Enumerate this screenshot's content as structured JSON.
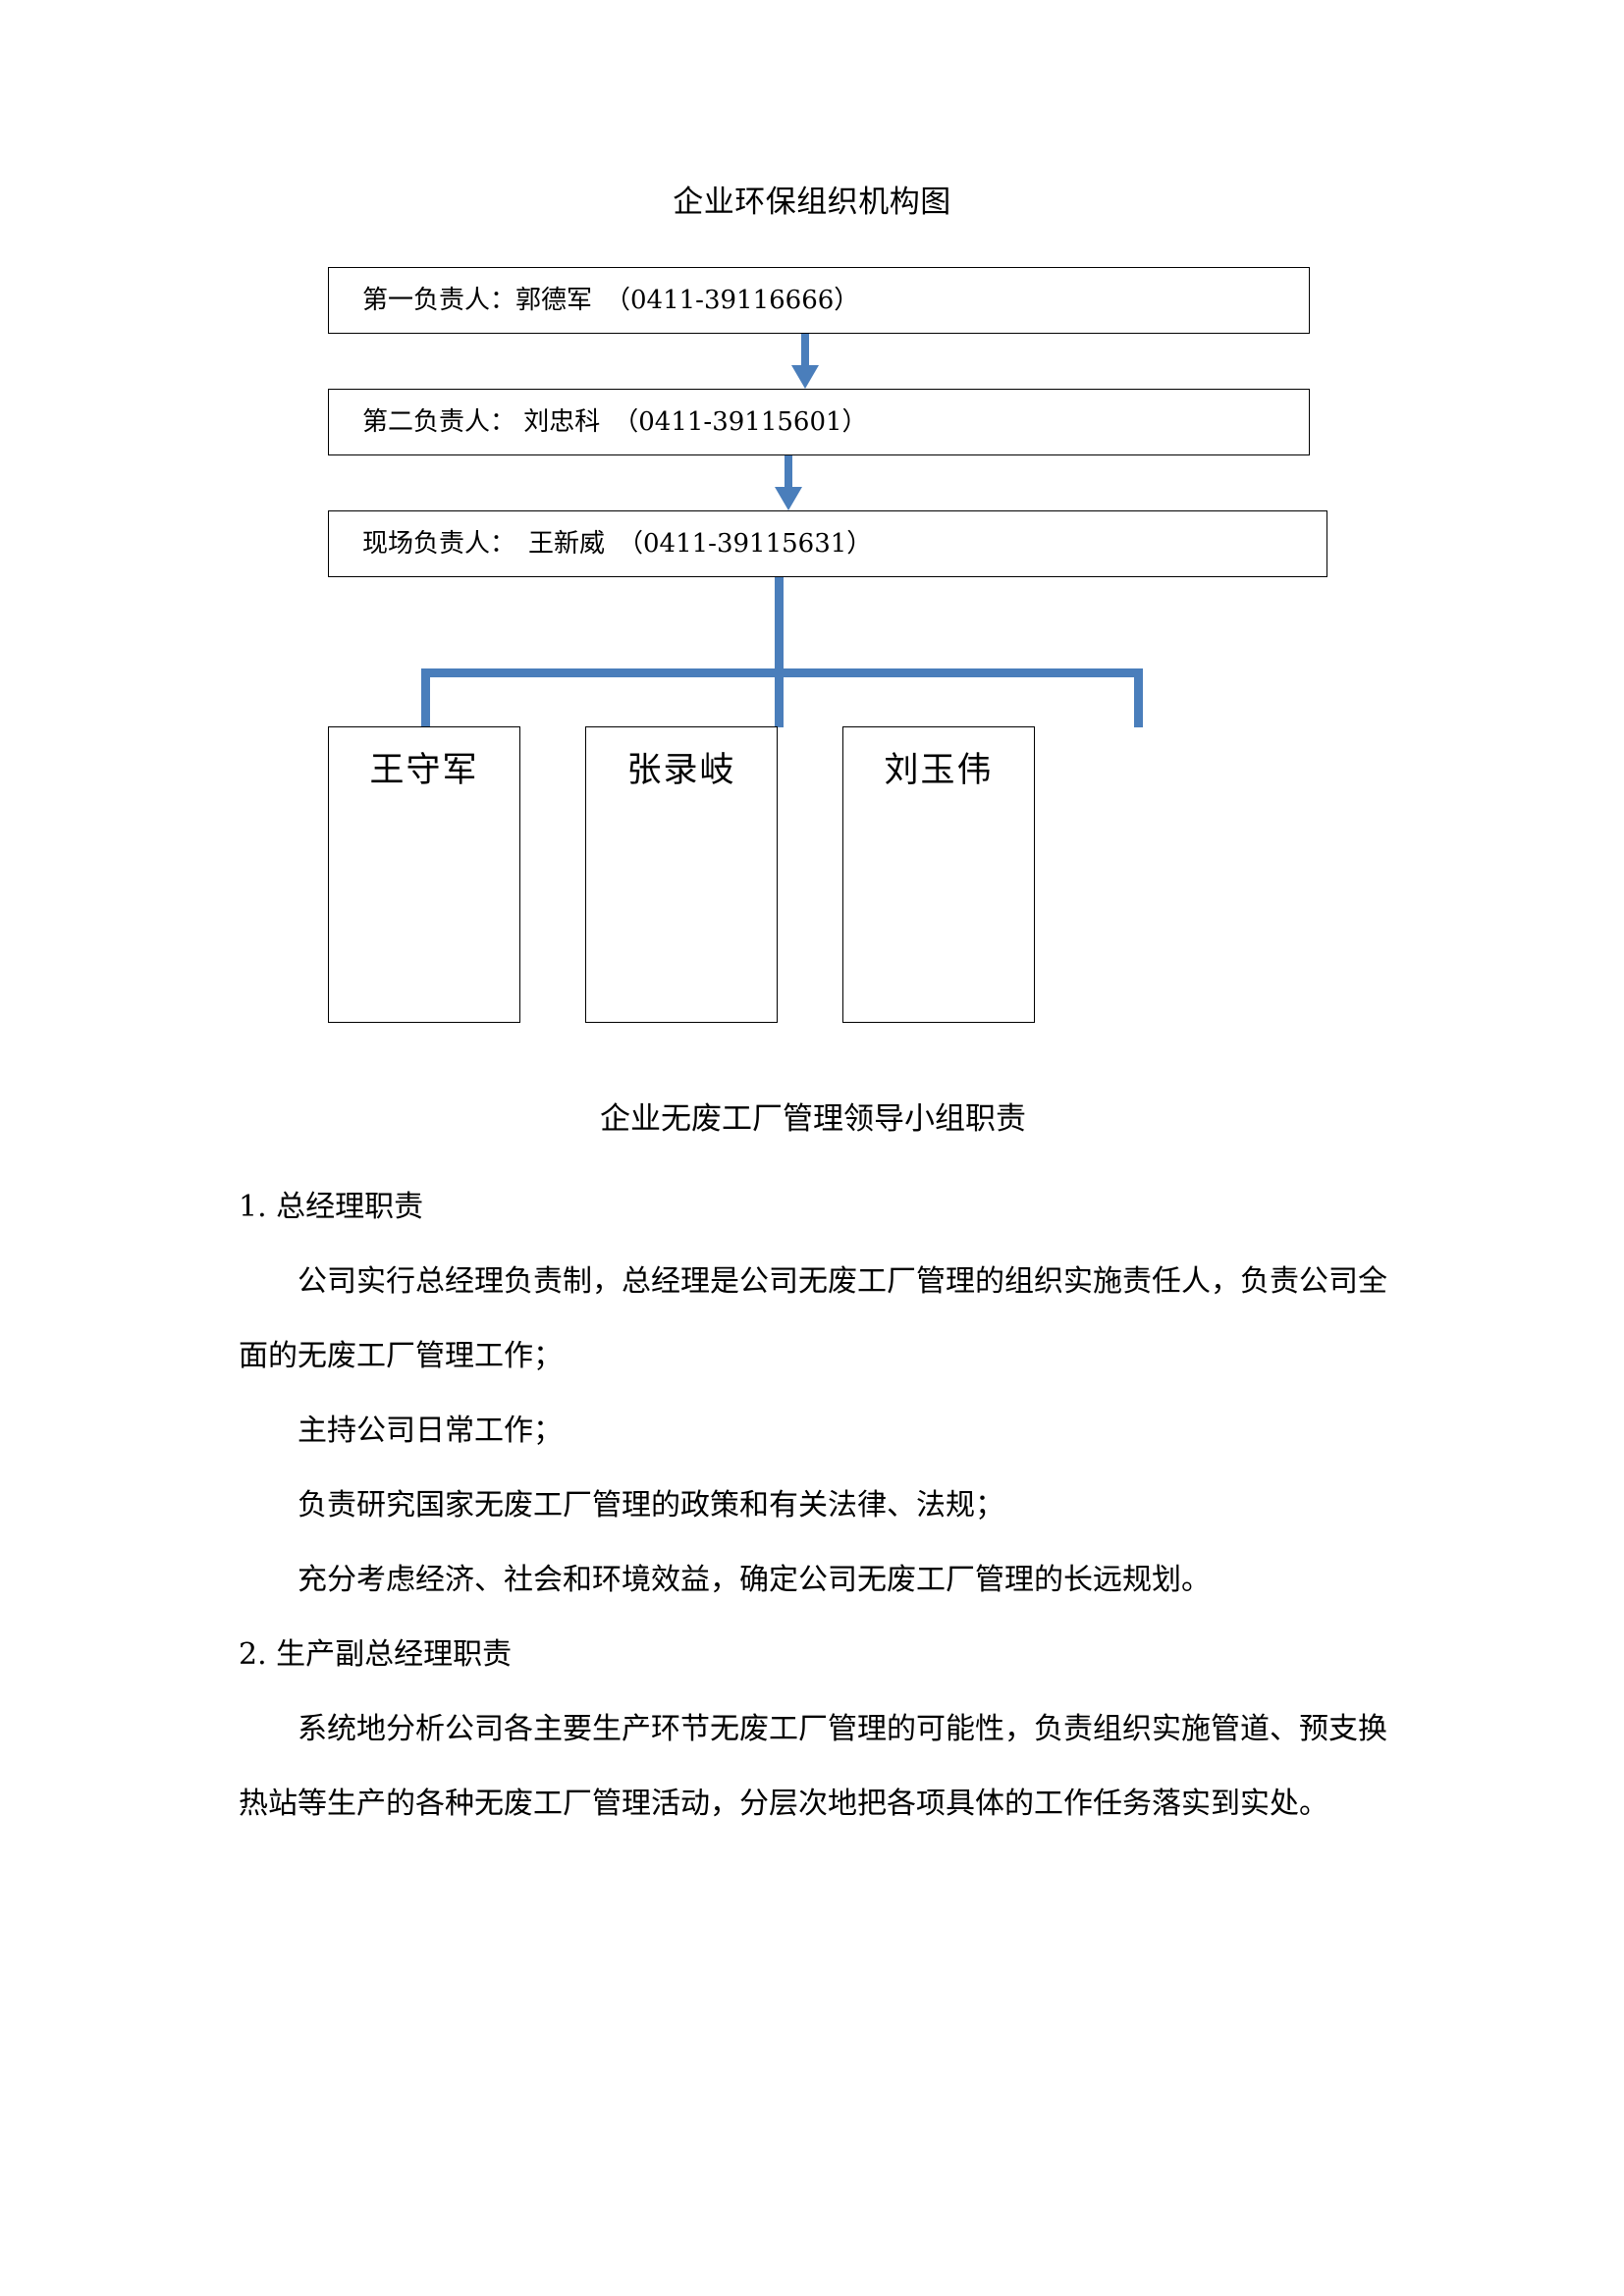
{
  "document": {
    "diagram_title": "企业环保组织机构图",
    "section_title": "企业无废工厂管理领导小组职责"
  },
  "org_chart": {
    "levels": [
      {
        "label": "第一负责人：郭德军　（0411-39116666）"
      },
      {
        "label": "第二负责人： 刘忠科　（0411-39115601）"
      },
      {
        "label": "现场负责人：　王新威　（0411-39115631）"
      }
    ],
    "members": [
      {
        "name": "王守军"
      },
      {
        "name": "张录岐"
      },
      {
        "name": "刘玉伟"
      }
    ],
    "connector_color": "#4a7ebb",
    "box_border_color": "#000000"
  },
  "sections": [
    {
      "heading": "1. 总经理职责",
      "paragraphs": [
        "公司实行总经理负责制，总经理是公司无废工厂管理的组织实施责任人，负责公司全面的无废工厂管理工作；",
        "主持公司日常工作；",
        "负责研究国家无废工厂管理的政策和有关法律、法规；",
        "充分考虑经济、社会和环境效益，确定公司无废工厂管理的长远规划。"
      ]
    },
    {
      "heading": "2. 生产副总经理职责",
      "paragraphs": [
        "系统地分析公司各主要生产环节无废工厂管理的可能性，负责组织实施管道、预支换热站等生产的各种无废工厂管理活动，分层次地把各项具体的工作任务落实到实处。"
      ]
    }
  ]
}
